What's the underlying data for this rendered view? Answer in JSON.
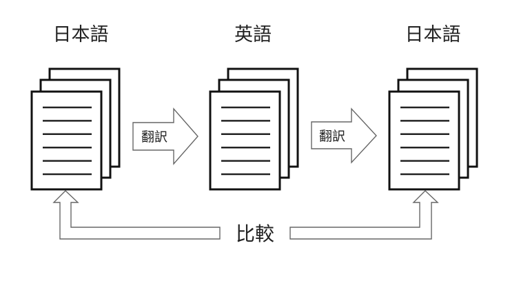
{
  "diagram": {
    "nodes": [
      {
        "id": "source-japanese",
        "label": "日本語",
        "icon": "document-stack-icon",
        "lines_per_page": 6
      },
      {
        "id": "english",
        "label": "英語",
        "icon": "document-stack-icon",
        "lines_per_page": 6
      },
      {
        "id": "back-translated-japanese",
        "label": "日本語",
        "icon": "document-stack-icon",
        "lines_per_page": 6
      }
    ],
    "edges": [
      {
        "from": "source-japanese",
        "to": "english",
        "label": "翻訳",
        "icon": "right-arrow-icon"
      },
      {
        "from": "english",
        "to": "back-translated-japanese",
        "label": "翻訳",
        "icon": "right-arrow-icon"
      }
    ],
    "comparison": {
      "label": "比較",
      "between": [
        "source-japanese",
        "back-translated-japanese"
      ],
      "icon": "up-arrow-icon"
    }
  }
}
